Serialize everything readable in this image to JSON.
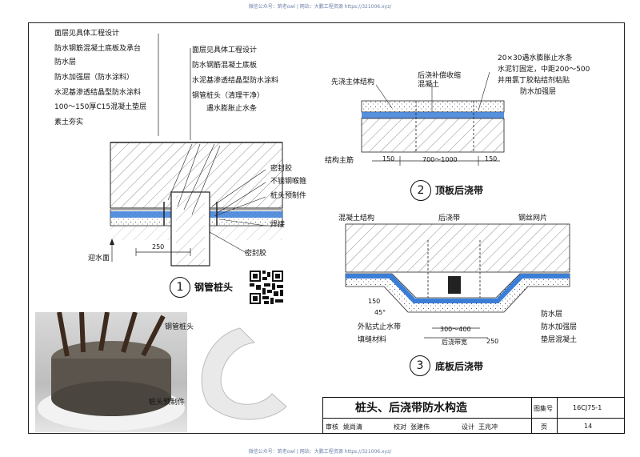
{
  "watermark": {
    "top": "微信公众号：筑老owl | 网站：大鹏工程资源 https://321006.xyz/",
    "bottom": "微信公众号：筑老owl | 网站：大鹏工程资源 https://321006.xyz/"
  },
  "detail1": {
    "left_labels": [
      "面层见具体工程设计",
      "防水钢筋混凝土底板及承台",
      "防水层",
      "防水加强层（防水涂料）",
      "水泥基渗透结晶型防水涂料",
      "100～150厚C15混凝土垫层",
      "素土夯实"
    ],
    "right_labels": [
      "面层见具体工程设计",
      "防水钢筋混凝土底板",
      "水泥基渗透结晶型防水涂料",
      "钢管桩头（清理干净）",
      "遇水膨胀止水条"
    ],
    "side_labels": [
      "密封胶",
      "不锈钢喉箍",
      "桩头预制件",
      "焊接",
      "密封胶"
    ],
    "dim": "250",
    "water_face": "迎水面",
    "num": "1",
    "title": "钢管桩头"
  },
  "detail2": {
    "labels": {
      "structure": "先浇主体结构",
      "concrete": "后浇补偿收缩\n混凝土",
      "strip": "20×30遇水膨胀止水条",
      "strip_note1": "水泥钉固定，中距200～500",
      "strip_note2": "并用氯丁胶粘结剂粘贴",
      "reinforce": "防水加强层",
      "main": "结构主筋"
    },
    "dims": [
      "150",
      "700～1000",
      "150"
    ],
    "num": "2",
    "title": "顶板后浇带"
  },
  "detail3": {
    "labels": {
      "structure": "混凝土结构",
      "band": "后浇带",
      "mesh": "钢丝网片",
      "waterstop": "外贴式止水带",
      "fill": "填缝材料",
      "layer": "防水层",
      "reinforce": "防水加强层",
      "cushion": "垫层混凝土"
    },
    "dims": [
      "150",
      "45°",
      "300～400",
      "后浇带宽",
      "250"
    ],
    "num": "3",
    "title": "底板后浇带"
  },
  "photo": {
    "labels": [
      "钢管桩头",
      "桩头预制件"
    ]
  },
  "title_block": {
    "title": "桩头、后浇带防水构造",
    "atlas_label": "图集号",
    "atlas_no": "16CJ75-1",
    "row": [
      "审核",
      "姚尚清",
      "校对",
      "张建伟",
      "设计",
      "王兆冲",
      "页",
      "14"
    ]
  }
}
